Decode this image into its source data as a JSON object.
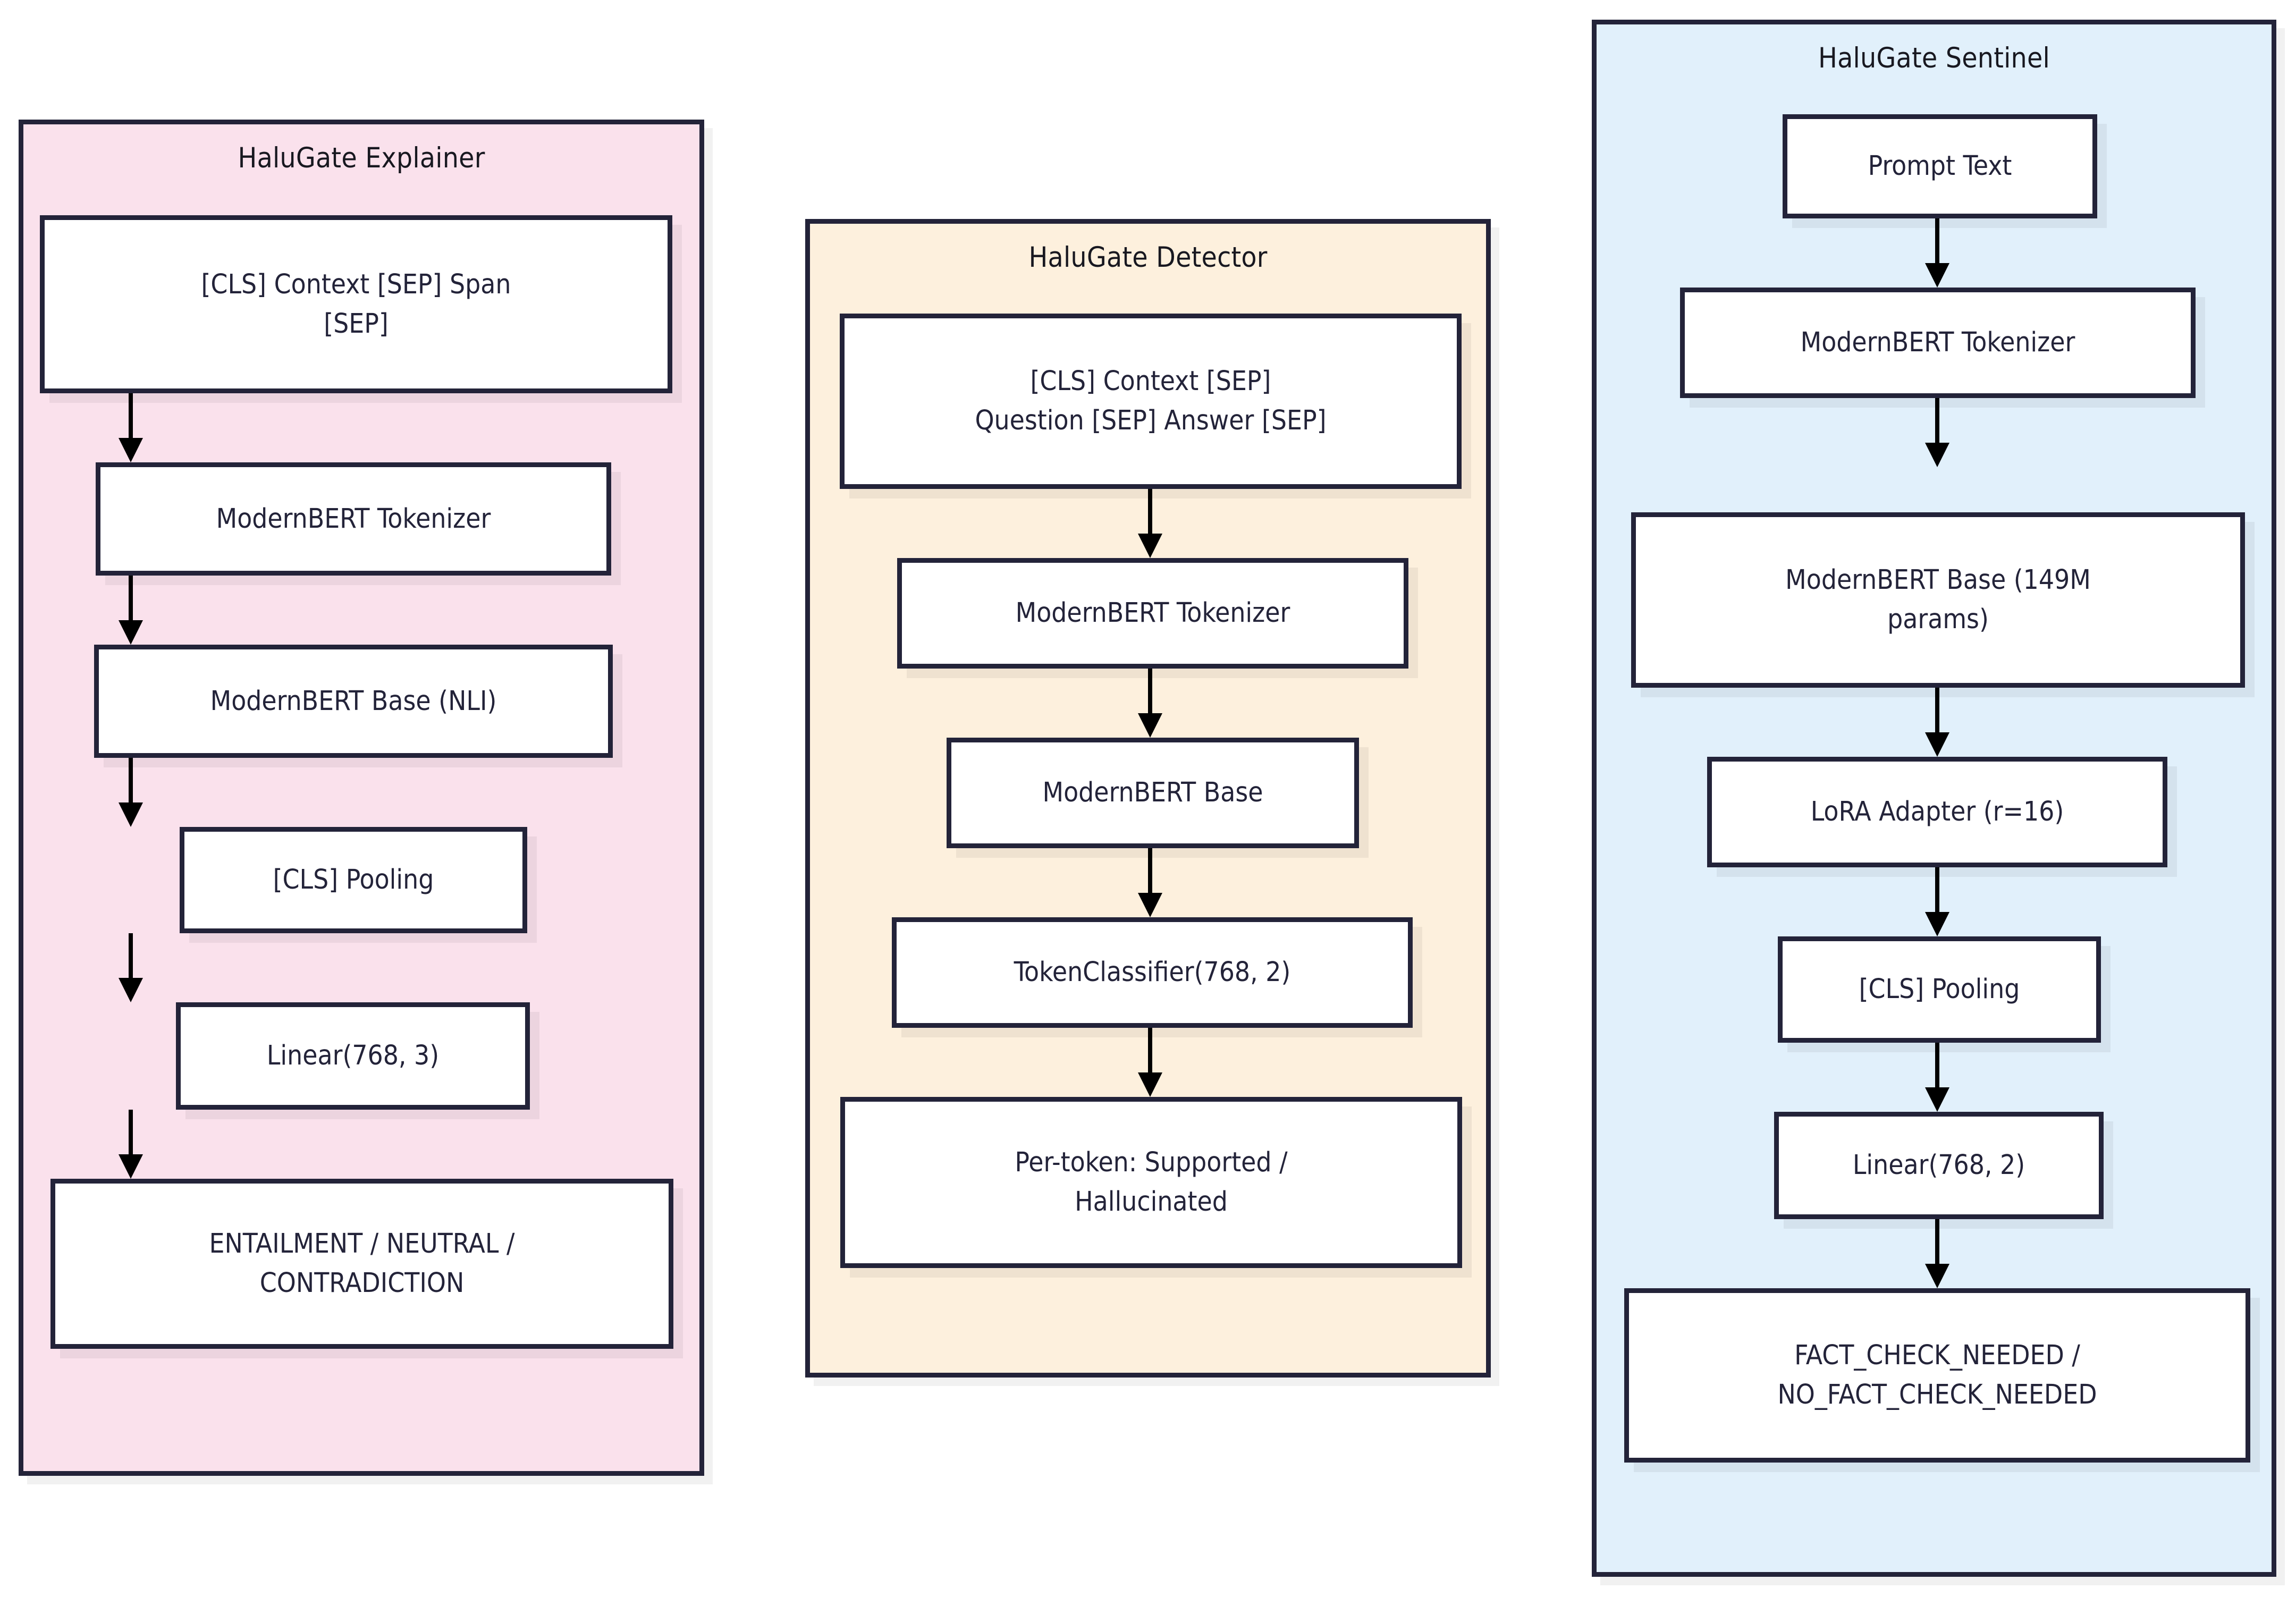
{
  "diagram": {
    "type": "flowchart",
    "title": "HaluGate model architectures",
    "background": "#ffffff",
    "palette": {
      "explainer_fill": "#fae1ec",
      "detector_fill": "#fdf0dd",
      "sentinel_fill": "#e1f0fb",
      "node_fill": "#ffffff",
      "stroke": "#232339",
      "arrow": "#000000",
      "text": "#232339"
    },
    "clusters": [
      {
        "id": "explainer",
        "title": "HaluGate Explainer",
        "nodes": [
          "[CLS] Context [SEP] Span [SEP]",
          "ModernBERT Tokenizer",
          "ModernBERT Base (NLI)",
          "[CLS] Pooling",
          "Linear(768, 3)",
          "ENTAILMENT / NEUTRAL / CONTRADICTION"
        ],
        "edges": [
          {
            "from": "[CLS] Context [SEP] Span [SEP]",
            "to": "ModernBERT Tokenizer"
          },
          {
            "from": "ModernBERT Tokenizer",
            "to": "ModernBERT Base (NLI)"
          },
          {
            "from": "ModernBERT Base (NLI)",
            "to": "[CLS] Pooling"
          },
          {
            "from": "[CLS] Pooling",
            "to": "Linear(768, 3)"
          },
          {
            "from": "Linear(768, 3)",
            "to": "ENTAILMENT / NEUTRAL / CONTRADICTION"
          }
        ]
      },
      {
        "id": "detector",
        "title": "HaluGate Detector",
        "nodes": [
          "[CLS] Context [SEP] Question [SEP] Answer [SEP]",
          "ModernBERT Tokenizer",
          "ModernBERT Base",
          "TokenClassifier(768, 2)",
          "Per-token: Supported / Hallucinated"
        ],
        "edges": [
          {
            "from": "[CLS] Context [SEP] Question [SEP] Answer [SEP]",
            "to": "ModernBERT Tokenizer"
          },
          {
            "from": "ModernBERT Tokenizer",
            "to": "ModernBERT Base"
          },
          {
            "from": "ModernBERT Base",
            "to": "TokenClassifier(768, 2)"
          },
          {
            "from": "TokenClassifier(768, 2)",
            "to": "Per-token: Supported / Hallucinated"
          }
        ]
      },
      {
        "id": "sentinel",
        "title": "HaluGate Sentinel",
        "nodes": [
          "Prompt Text",
          "ModernBERT Tokenizer",
          "ModernBERT Base (149M params)",
          "LoRA Adapter (r=16)",
          "[CLS] Pooling",
          "Linear(768, 2)",
          "FACT_CHECK_NEEDED / NO_FACT_CHECK_NEEDED"
        ],
        "edges": [
          {
            "from": "Prompt Text",
            "to": "ModernBERT Tokenizer"
          },
          {
            "from": "ModernBERT Tokenizer",
            "to": "ModernBERT Base (149M params)"
          },
          {
            "from": "ModernBERT Base (149M params)",
            "to": "LoRA Adapter (r=16)"
          },
          {
            "from": "LoRA Adapter (r=16)",
            "to": "[CLS] Pooling"
          },
          {
            "from": "[CLS] Pooling",
            "to": "Linear(768, 2)"
          },
          {
            "from": "Linear(768, 2)",
            "to": "FACT_CHECK_NEEDED / NO_FACT_CHECK_NEEDED"
          }
        ]
      }
    ]
  },
  "explainer": {
    "title": "HaluGate Explainer",
    "n0": "[CLS] Context [SEP] Span\n[SEP]",
    "n1": "ModernBERT Tokenizer",
    "n2": "ModernBERT Base (NLI)",
    "n3": "[CLS] Pooling",
    "n4": "Linear(768, 3)",
    "n5": "ENTAILMENT / NEUTRAL /\nCONTRADICTION"
  },
  "detector": {
    "title": "HaluGate Detector",
    "n0": "[CLS] Context [SEP]\nQuestion [SEP] Answer [SEP]",
    "n1": "ModernBERT Tokenizer",
    "n2": "ModernBERT Base",
    "n3": "TokenClassifier(768, 2)",
    "n4": "Per-token: Supported /\nHallucinated"
  },
  "sentinel": {
    "title": "HaluGate Sentinel",
    "n0": "Prompt Text",
    "n1": "ModernBERT Tokenizer",
    "n2": "ModernBERT Base (149M\nparams)",
    "n3": "LoRA Adapter (r=16)",
    "n4": "[CLS] Pooling",
    "n5": "Linear(768, 2)",
    "n6": "FACT_CHECK_NEEDED /\nNO_FACT_CHECK_NEEDED"
  }
}
